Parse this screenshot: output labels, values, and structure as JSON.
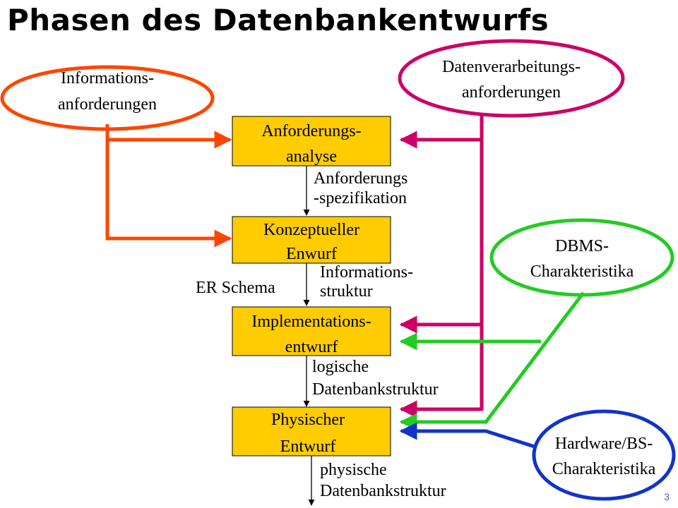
{
  "title": "Phasen des Datenbankentwurfs",
  "slide_number": "3",
  "colors": {
    "box_fill": "#ffcc00",
    "info_req": "#ff4500",
    "processing_req": "#cc0066",
    "dbms": "#22cc22",
    "hardware": "#1133cc"
  },
  "inputs": {
    "info_req": [
      "Informations-",
      "anforderungen"
    ],
    "processing_req": [
      "Datenverarbeitungs-",
      "anforderungen"
    ],
    "dbms": [
      "DBMS-",
      "Charakteristika"
    ],
    "hardware": [
      "Hardware/BS-",
      "Charakteristika"
    ]
  },
  "phases": [
    {
      "lines": [
        "Anforderungs-",
        "analyse"
      ]
    },
    {
      "lines": [
        "Konzeptueller",
        "Enwurf"
      ]
    },
    {
      "lines": [
        "Implementations-",
        "entwurf"
      ]
    },
    {
      "lines": [
        "Physischer",
        "Entwurf"
      ]
    }
  ],
  "outputs": {
    "req_spec": [
      "Anforderungs",
      "-spezifikation"
    ],
    "info_structure": [
      "Informations-",
      "struktur"
    ],
    "er_schema": "ER Schema",
    "logical_db": [
      "logische",
      "Datenbankstruktur"
    ],
    "physical_db": [
      "physische",
      "Datenbankstruktur"
    ]
  }
}
